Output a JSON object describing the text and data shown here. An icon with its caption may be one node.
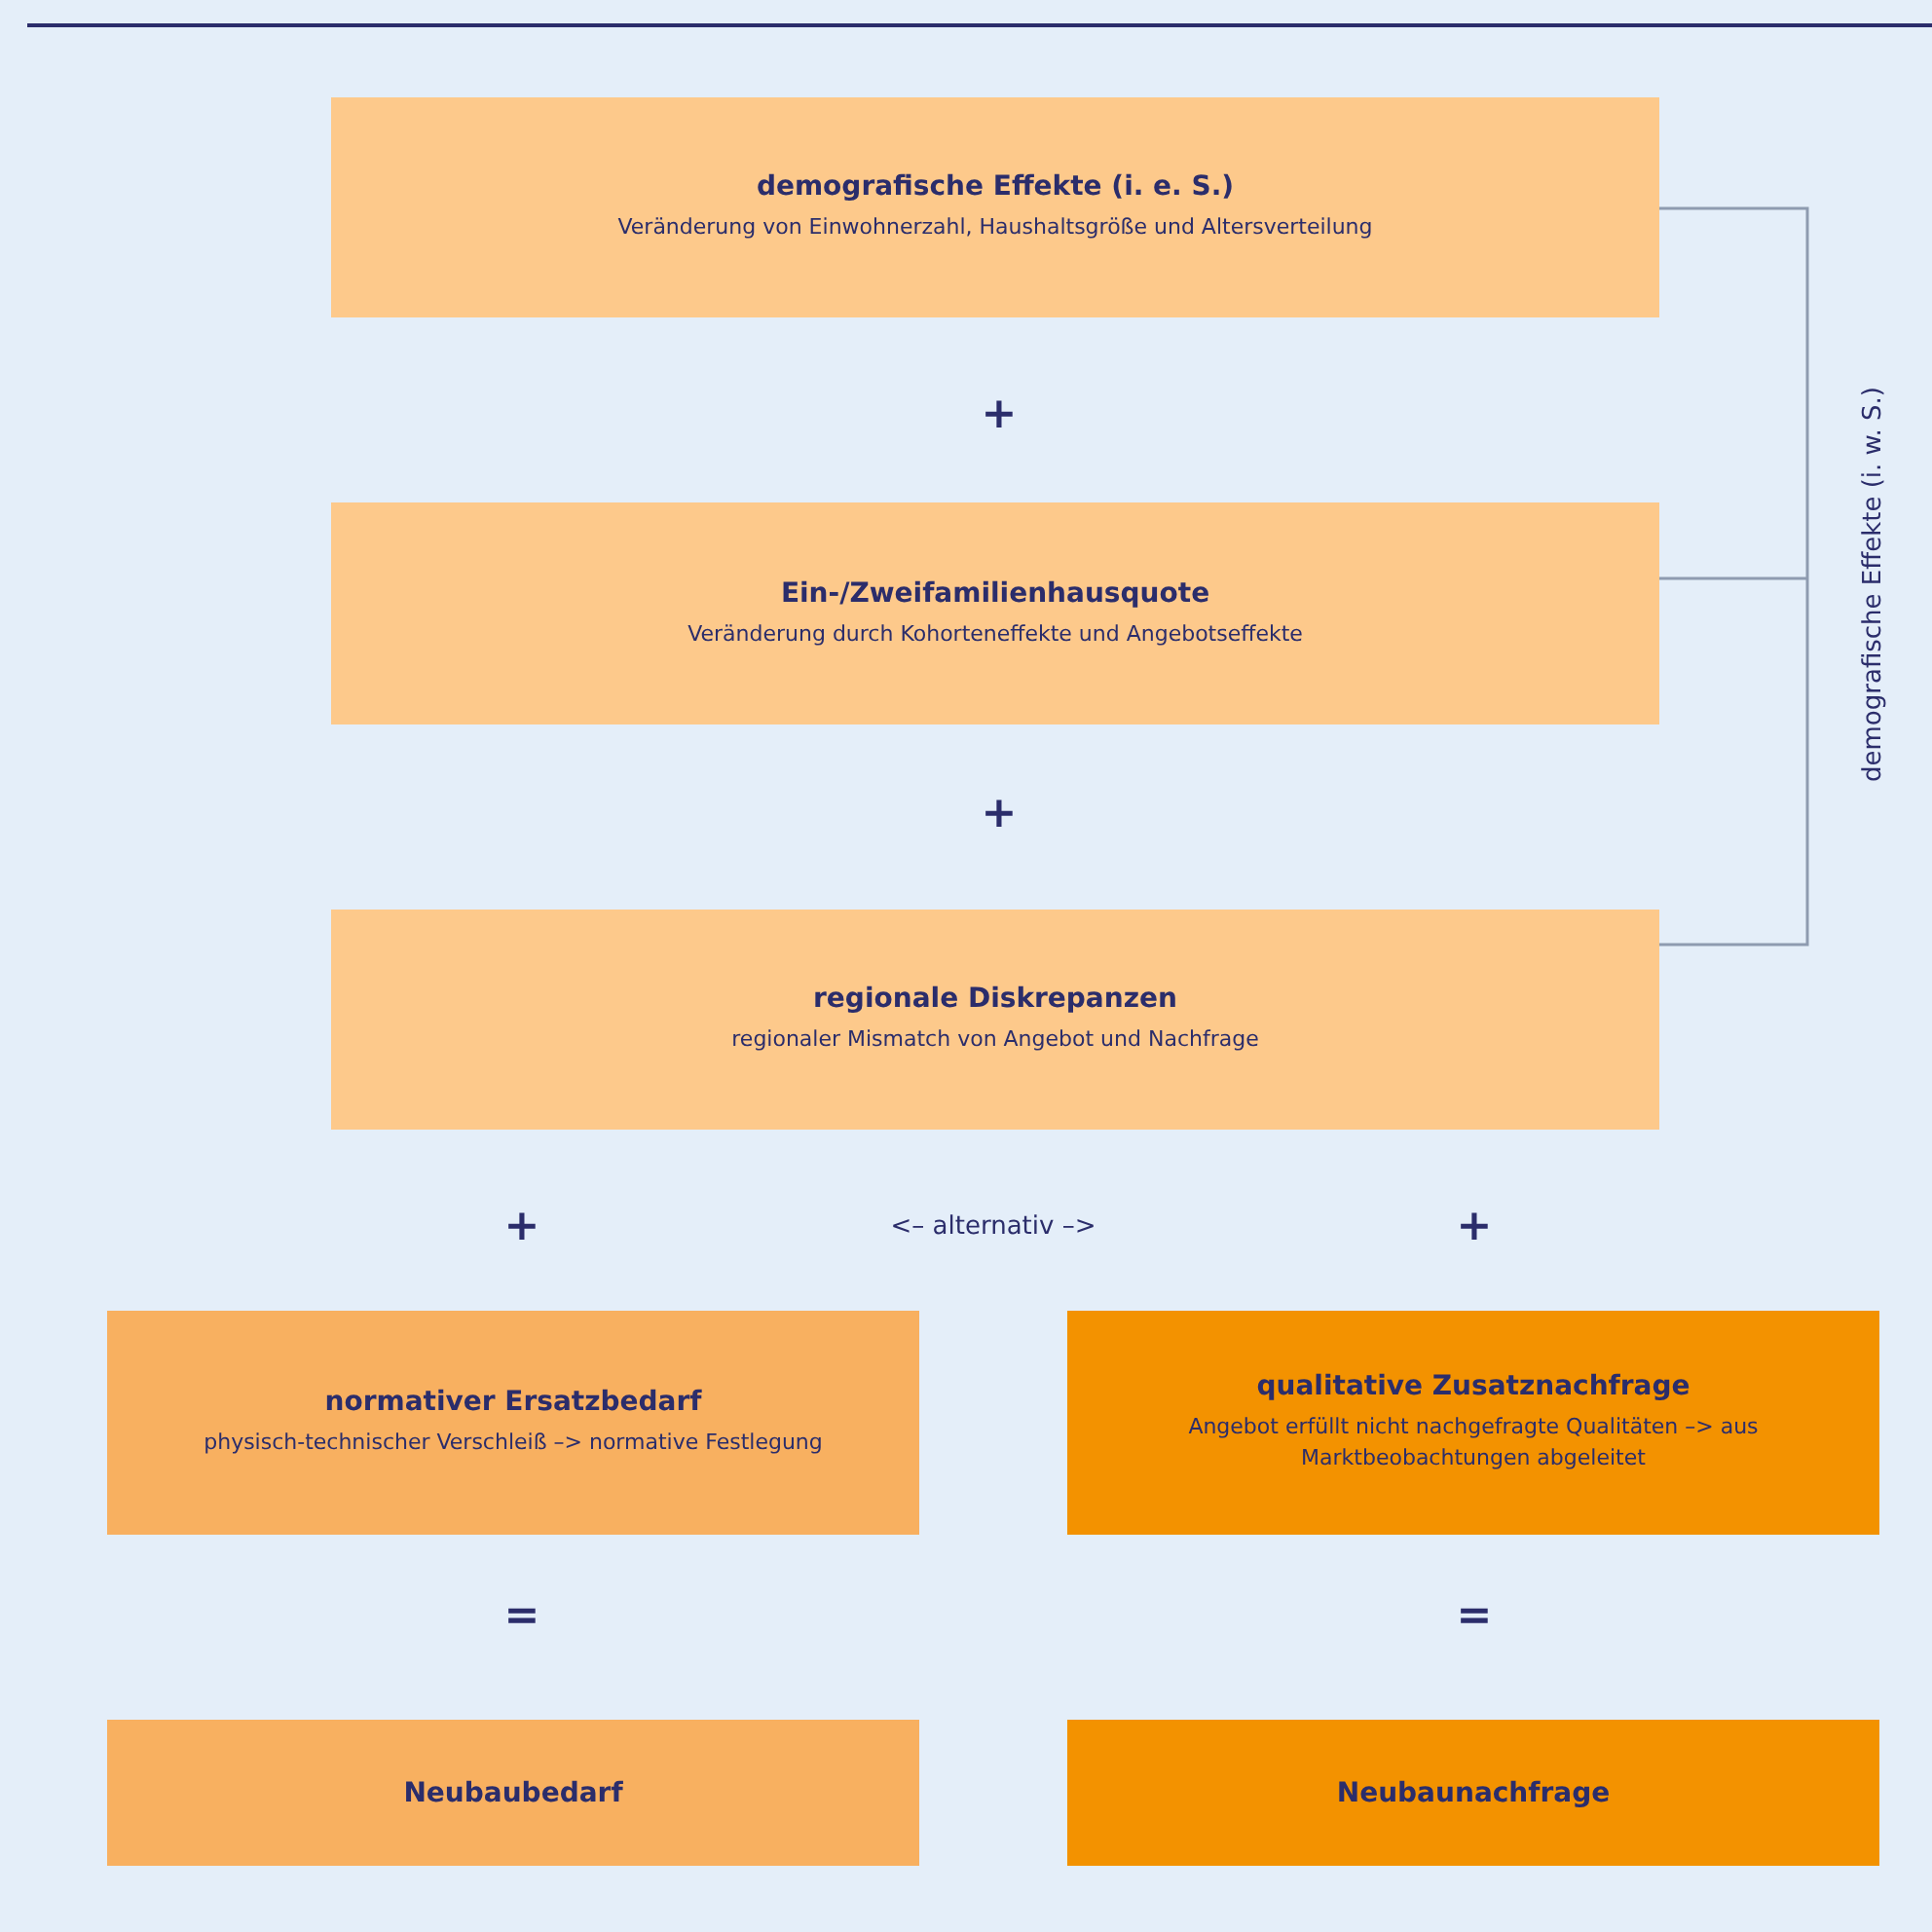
{
  "diagram": {
    "nodes": [
      {
        "text": [
          "demografische Effekte (i. e. S.)",
          "Veränderung von Einwohnerzahl, Haushaltsgröße und Altersverteilung"
        ]
      },
      {
        "text": [
          "Ein-/Zweifamilienhausquote",
          "Veränderung durch Kohorteneffekte und Angebotseffekte"
        ]
      },
      {
        "text": [
          "regionale Diskrepanzen",
          "regionaler Mismatch von Angebot und Nachfrage"
        ]
      },
      {
        "text": [
          "normativer Ersatzbedarf",
          "physisch-technischer Verschleiß –> normative Festlegung"
        ]
      },
      {
        "text": [
          "qualitative Zusatznachfrage",
          "Angebot erfüllt nicht nachgefragte Qualitäten –> aus Marktbeobachtungen abgeleitet"
        ]
      },
      {
        "text": [
          "Neubaubedarf"
        ]
      },
      {
        "text": [
          "Neubaunachfrage"
        ]
      }
    ],
    "labels": [
      "demografische Effekte (i. w. S.)",
      "+",
      "+",
      "+",
      "<– alternativ –>",
      "+",
      "=",
      "="
    ]
  }
}
